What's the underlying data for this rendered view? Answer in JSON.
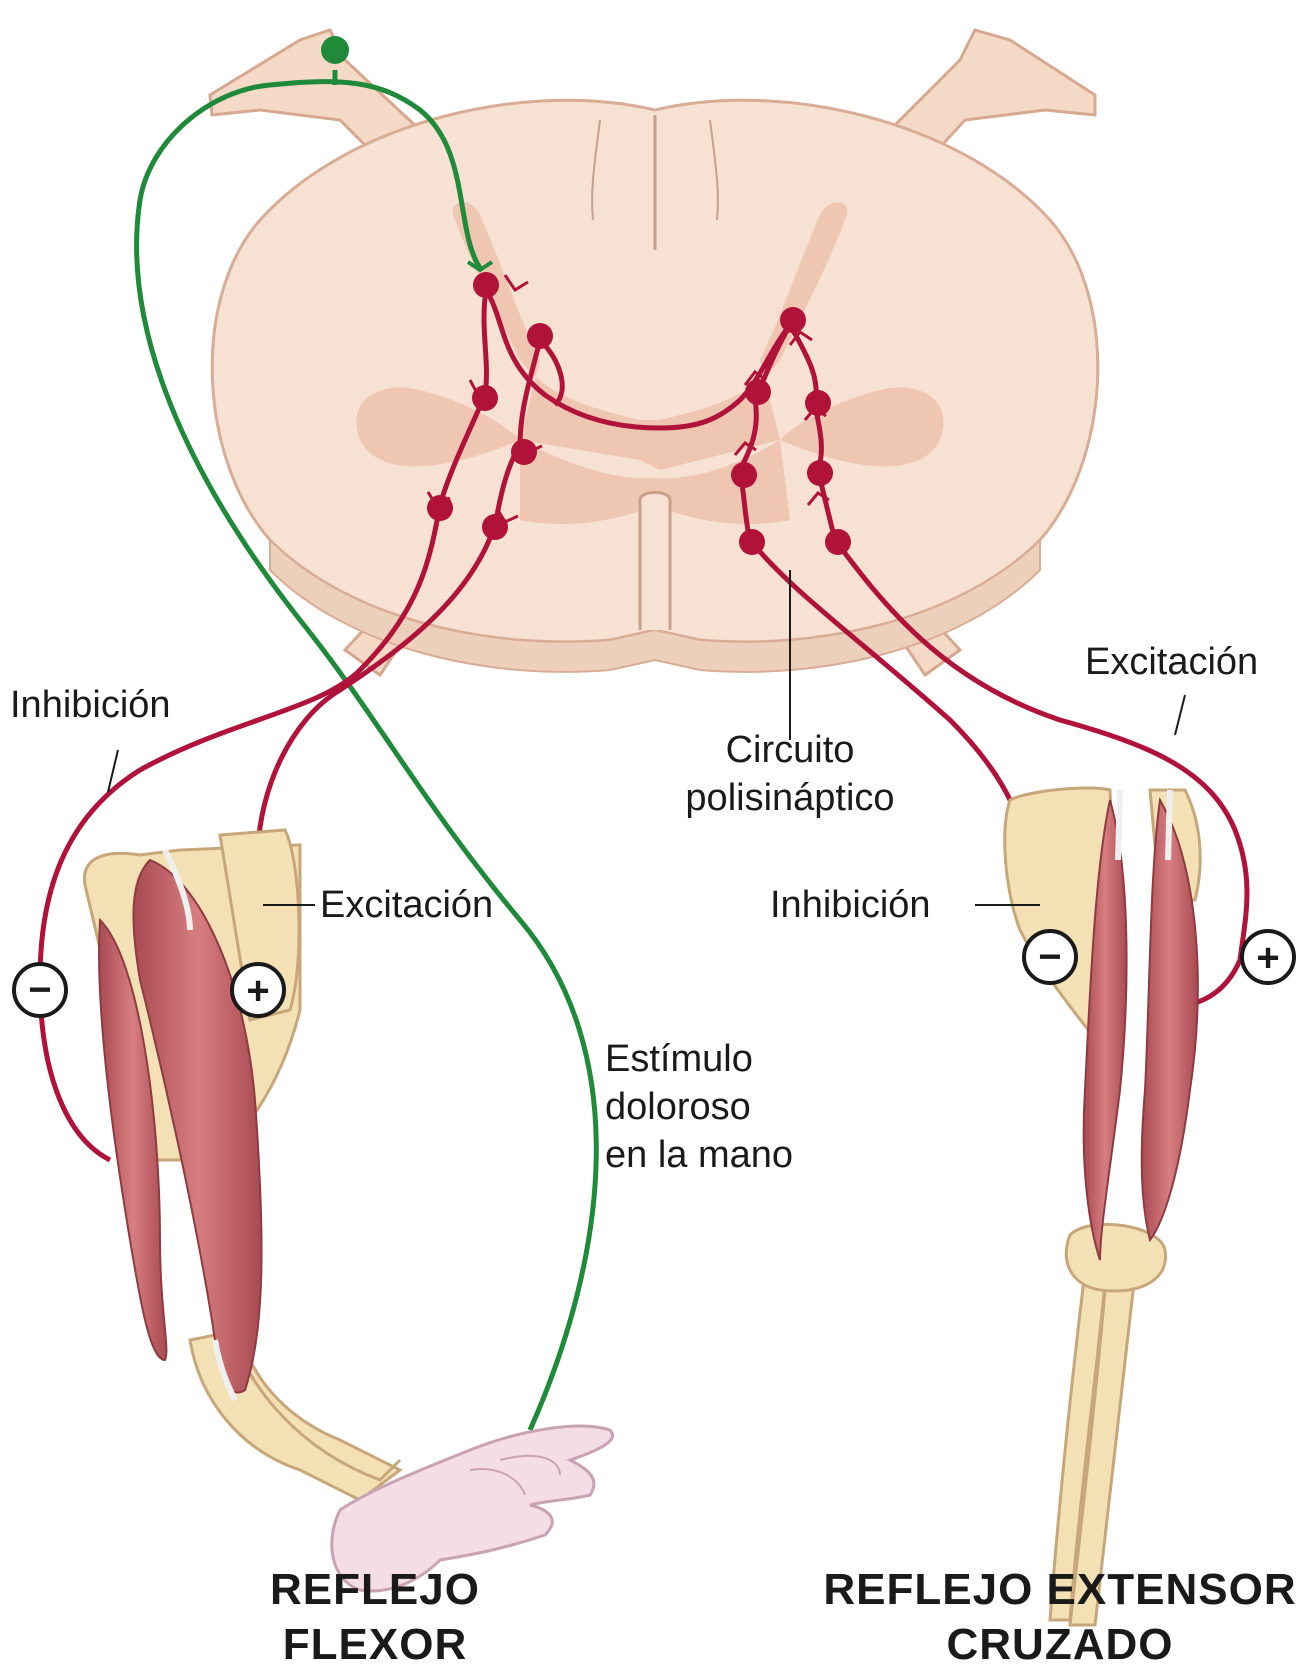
{
  "diagram": {
    "labels": {
      "inhibition_left": "Inhibición",
      "excitation_left": "Excitación",
      "stimulus_line1": "Estímulo",
      "stimulus_line2": "doloroso",
      "stimulus_line3": "en la mano",
      "circuit_line1": "Circuito",
      "circuit_line2": "polisináptico",
      "excitation_right": "Excitación",
      "inhibition_right": "Inhibición"
    },
    "signs": {
      "minus": "−",
      "plus": "+"
    },
    "titles": {
      "flexor_line1": "REFLEJO",
      "flexor_line2": "FLEXOR",
      "extensor_line1": "REFLEJO EXTENSOR",
      "extensor_line2": "CRUZADO"
    },
    "colors": {
      "sensory_fiber": "#1f8a3a",
      "motor_fiber": "#b0123a",
      "spinal_white": "#f6e1d2",
      "spinal_gray": "#eec6b2",
      "bone": "#f3e1b5",
      "muscle": "#c8646a"
    }
  }
}
